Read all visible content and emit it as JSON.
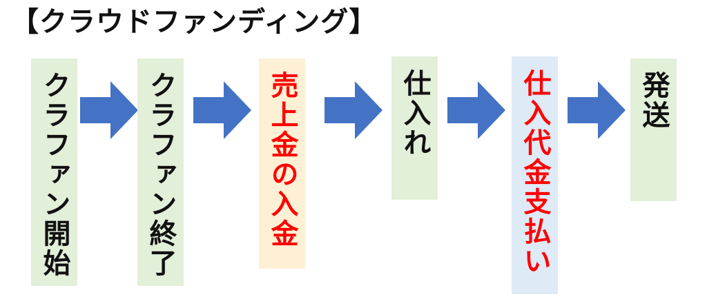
{
  "title": "【クラウドファンディング】",
  "steps": [
    {
      "label": "クラファン開始",
      "bg": "#e2efd9",
      "text_color": "#111111"
    },
    {
      "label": "クラファン終了",
      "bg": "#e2efd9",
      "text_color": "#111111"
    },
    {
      "label": "売上金の入金",
      "bg": "#fdf0d5",
      "text_color": "#ff0000"
    },
    {
      "label": "仕入れ",
      "bg": "#e2efd9",
      "text_color": "#111111"
    },
    {
      "label": "仕入代金支払い",
      "bg": "#deeaf6",
      "text_color": "#ff0000"
    },
    {
      "label": "発送",
      "bg": "#e2efd9",
      "text_color": "#111111"
    }
  ],
  "arrow_color": "#4472c4",
  "arrow_icon": "right-arrow-icon"
}
